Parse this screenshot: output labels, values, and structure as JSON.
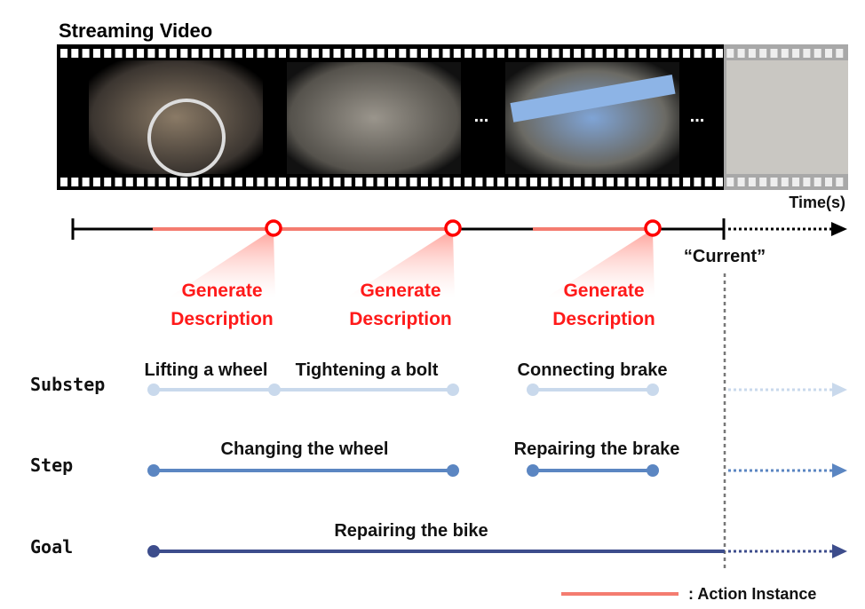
{
  "title": "Streaming Video",
  "time_label": "Time(s)",
  "current_label": "“Current”",
  "ellipsis": "...",
  "generate": [
    {
      "line1": "Generate",
      "line2": "Description"
    },
    {
      "line1": "Generate",
      "line2": "Description"
    },
    {
      "line1": "Generate",
      "line2": "Description"
    }
  ],
  "levels": {
    "substep": {
      "label": "Substep",
      "items": [
        "Lifting a wheel",
        "Tightening a bolt",
        "Connecting brake"
      ],
      "color": "#c9d9ec"
    },
    "step": {
      "label": "Step",
      "items": [
        "Changing the wheel",
        "Repairing the brake"
      ],
      "color": "#5b86c2"
    },
    "goal": {
      "label": "Goal",
      "items": [
        "Repairing the bike"
      ],
      "color": "#3d4d8c"
    }
  },
  "legend": {
    "label": ": Action Instance",
    "color": "#f47c70"
  },
  "colors": {
    "event": "#ff0000",
    "timeline": "#000000"
  }
}
